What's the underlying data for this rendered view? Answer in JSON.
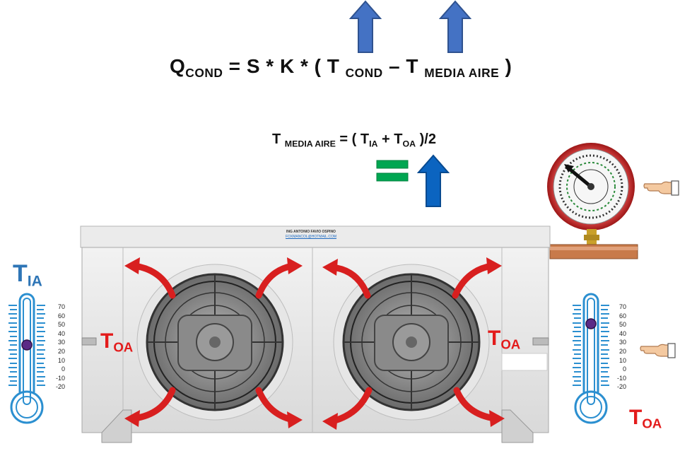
{
  "equation_main": {
    "q": "Q",
    "q_sub": "COND",
    "mid": " =  S * K * ( T ",
    "t_cond_sub": "COND",
    "minus": " – T ",
    "t_media_sub": "MEDIA AIRE",
    "close": " )"
  },
  "equation_mean": {
    "t": "T ",
    "t_sub": "MEDIA AIRE",
    "mid": " = ( T",
    "tia_sub": "IA",
    "plus": "  + T",
    "toa_sub": "OA",
    "tail": "  )/2"
  },
  "labels": {
    "t": "T",
    "ia": "IA",
    "oa": "OA"
  },
  "unit_brand": {
    "line1": "ING ANTONIO FAVIO OSPINO",
    "line2": "FOXMANCOL@HOTMAIL.COM"
  },
  "thermometer_scale": [
    "70",
    "60",
    "50",
    "40",
    "30",
    "20",
    "10",
    "0",
    "-10",
    "-20"
  ],
  "colors": {
    "arrow_blue": "#4472c4",
    "arrow_blue_dark": "#0b64c0",
    "equals_green": "#00a651",
    "label_blue": "#2e75b6",
    "label_red": "#e31b1b",
    "curved_arrow_red": "#d81f1f",
    "thermo_blue": "#2b8fd0",
    "copper": "#c87a4a"
  },
  "icons": {
    "up_arrow": "up-arrow-icon",
    "pointing_hand": "pointing-hand-icon",
    "gauge": "pressure-gauge-icon",
    "thermometer": "thermometer-icon"
  }
}
